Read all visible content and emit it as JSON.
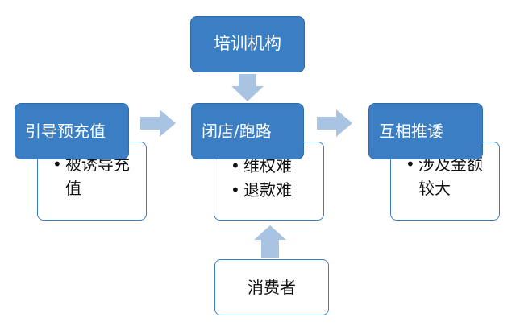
{
  "top": {
    "label": "培训机构"
  },
  "columns": [
    {
      "heading": "引导预充值",
      "bullets": [
        "被诱导充值"
      ]
    },
    {
      "heading": "闭店/跑路",
      "bullets": [
        "维权难",
        "退款难"
      ]
    },
    {
      "heading": "互相推诿",
      "bullets": [
        "涉及金额较大"
      ]
    }
  ],
  "bottom": {
    "label": "消费者"
  },
  "colors": {
    "accent": "#3b7ec3",
    "arrow": "#a9c4e3",
    "border": "#3b7ec3"
  },
  "icons": {
    "arrow_right": "block-arrow-right",
    "arrow_down": "block-arrow-down",
    "arrow_up": "block-arrow-up"
  }
}
